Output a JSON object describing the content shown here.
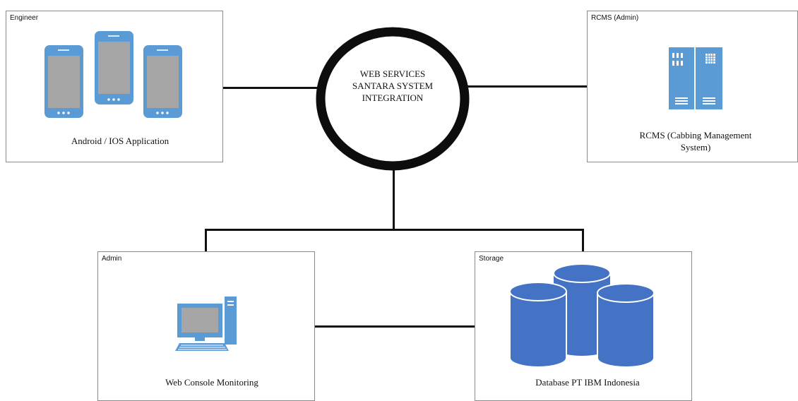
{
  "hub": {
    "line1": "WEB SERVICES",
    "line2": "SANTARA SYSTEM",
    "line3": "INTEGRATION"
  },
  "engineer": {
    "label": "Engineer",
    "caption": "Android / IOS Application",
    "icon": "mobile-phones-icon"
  },
  "rcms": {
    "label": "RCMS (Admin)",
    "caption_line1": "RCMS (Cabbing Management",
    "caption_line2": "System)",
    "icon": "server-cabinet-icon"
  },
  "admin": {
    "label": "Admin",
    "caption": "Web Console Monitoring",
    "icon": "desktop-computer-icon"
  },
  "storage": {
    "label": "Storage",
    "caption": "Database PT IBM Indonesia",
    "icon": "database-cylinders-icon"
  },
  "colors": {
    "icon_blue": "#5b9bd5",
    "db_blue": "#4472c4",
    "screen_gray": "#a6a6a6"
  }
}
